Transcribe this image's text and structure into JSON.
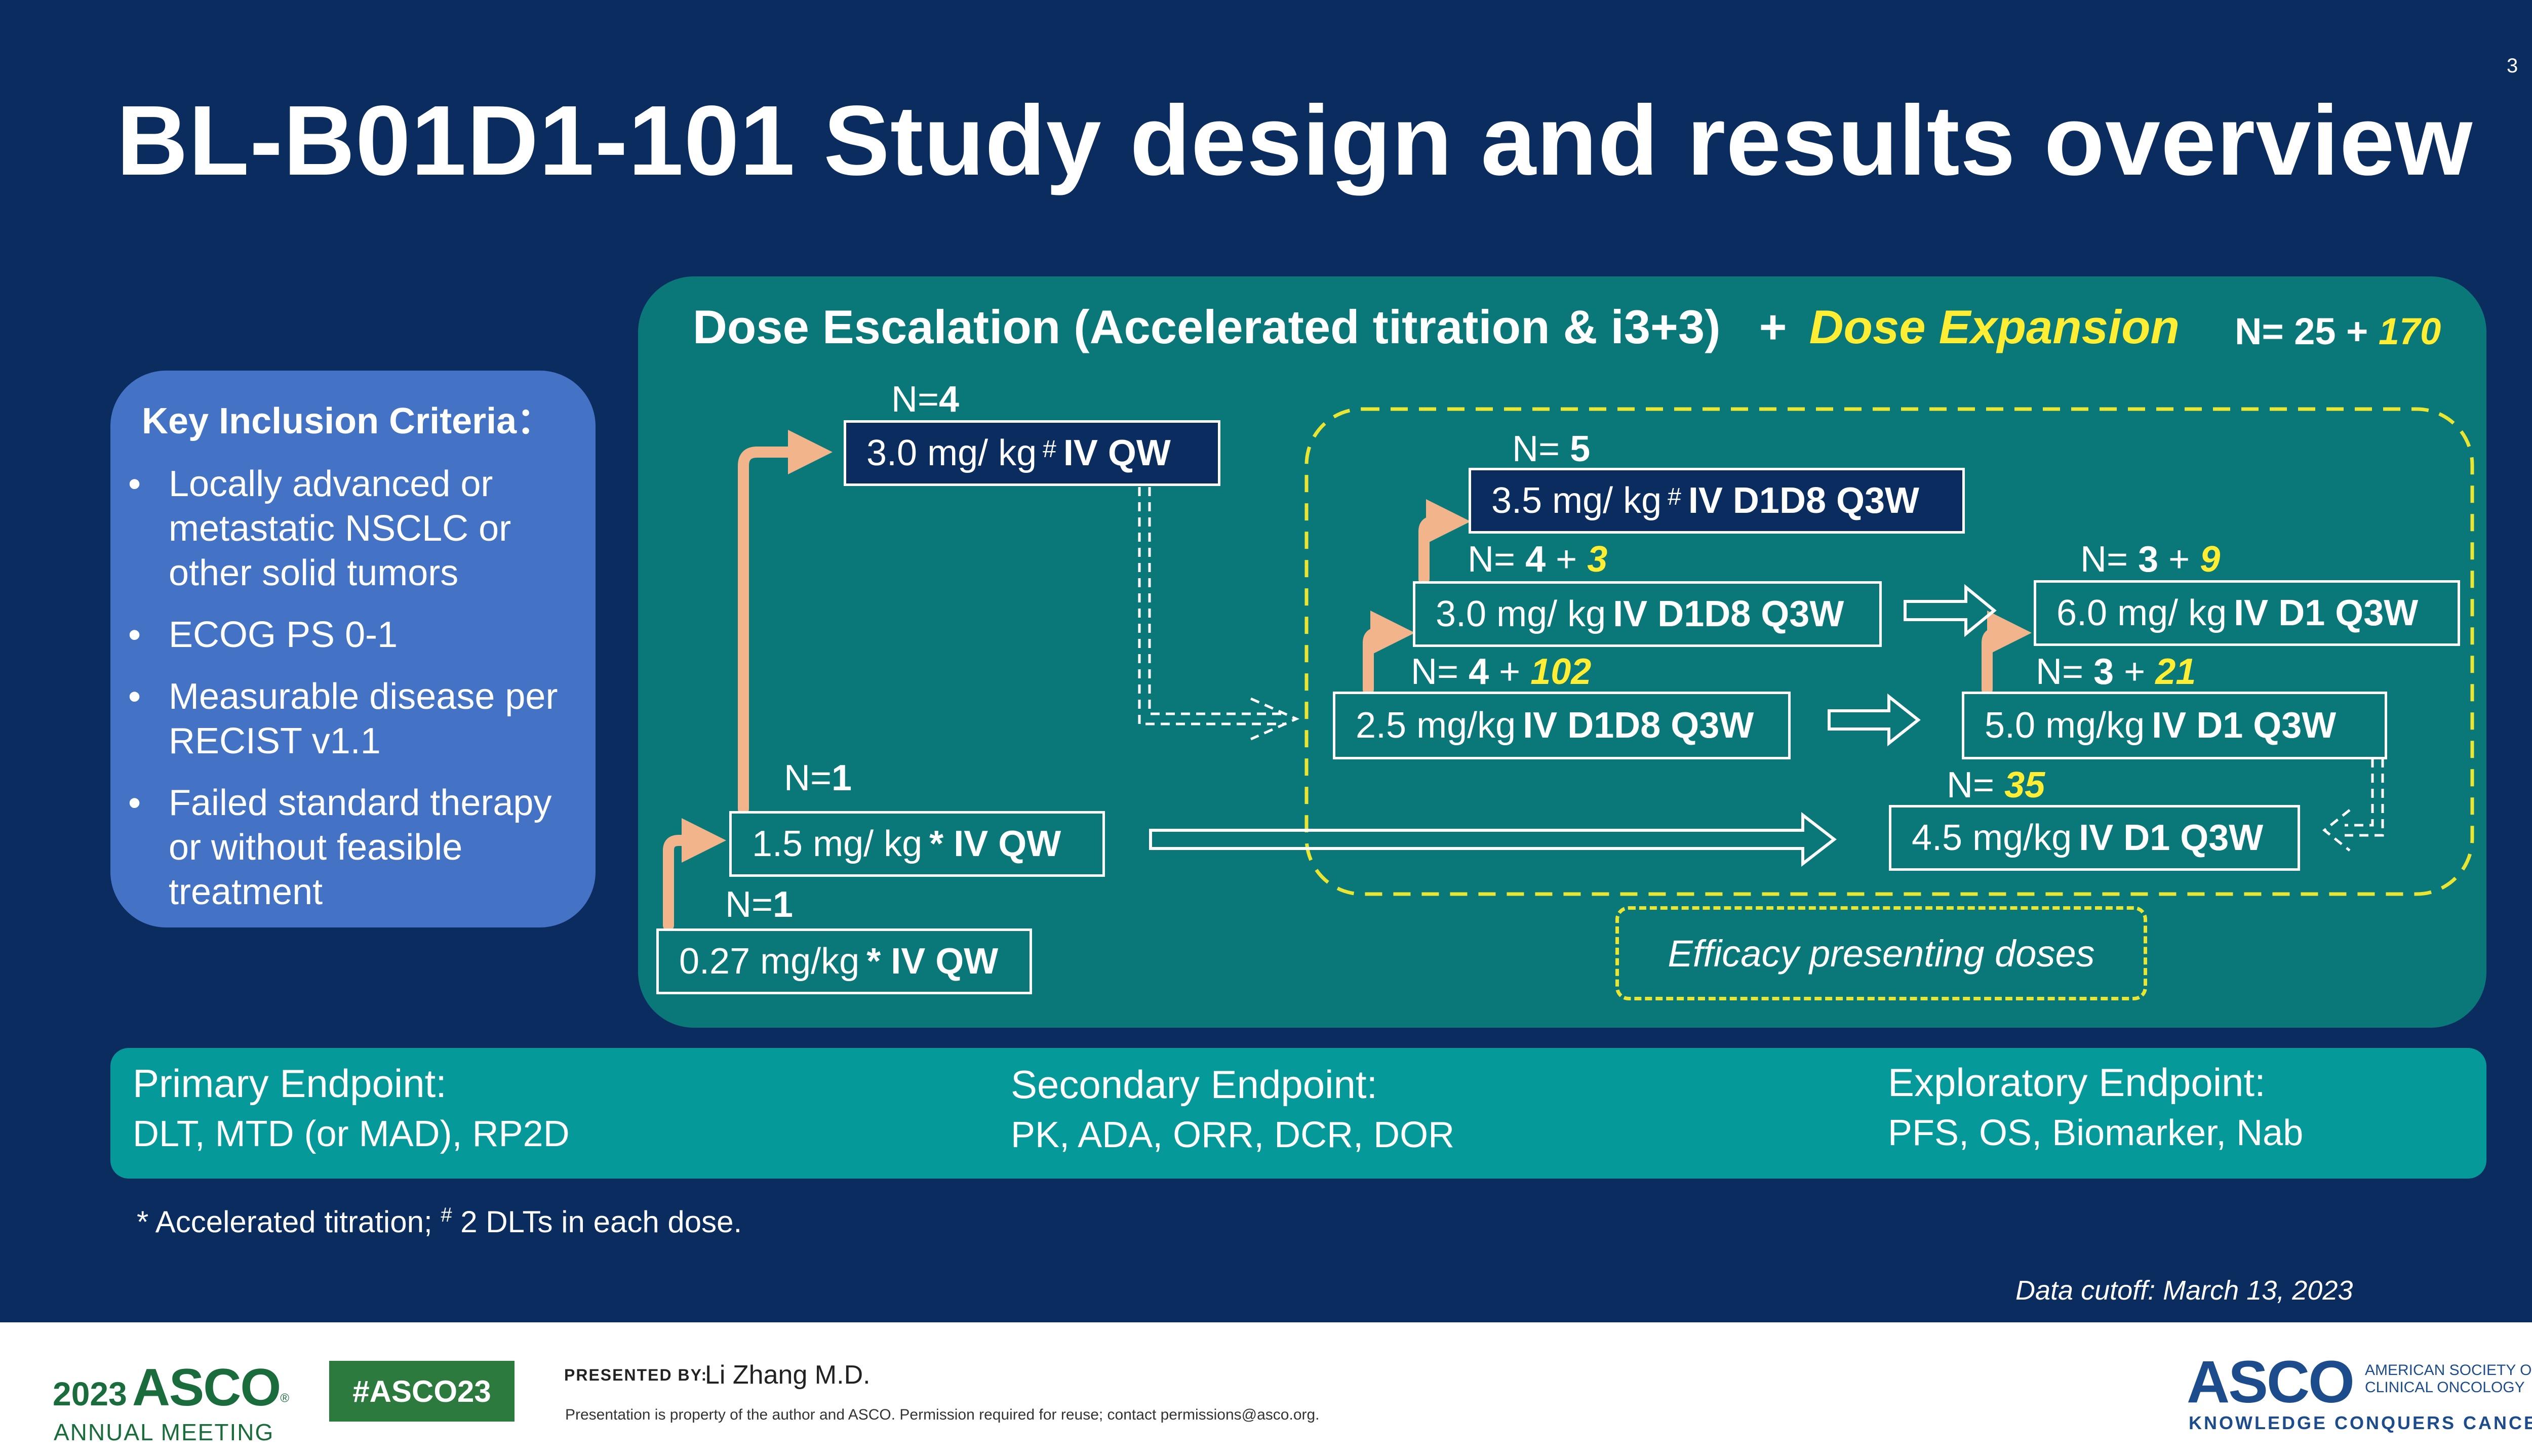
{
  "page_number": "3",
  "title": "BL-B01D1-101 Study design and results overview",
  "panel": {
    "heading": "Dose Escalation (Accelerated titration & i3+3)",
    "plus": "+",
    "expansion": "Dose Expansion",
    "n_total_prefix": "N= 25 +",
    "n_total_expansion": "170"
  },
  "inclusion": {
    "heading": "Key Inclusion Criteria：",
    "items": [
      "Locally advanced or metastatic NSCLC or other solid tumors",
      "ECOG PS 0-1",
      "Measurable disease per RECIST v1.1",
      "Failed standard therapy or without feasible treatment"
    ]
  },
  "doses": {
    "d027": {
      "amount": "0.27 mg/kg",
      "mark": "*",
      "regimen": "IV QW",
      "n_prefix": "N=",
      "n_base": "1"
    },
    "d15": {
      "amount": "1.5 mg/ kg",
      "mark": "*",
      "regimen": "IV QW",
      "n_prefix": "N=",
      "n_base": "1"
    },
    "d30qw": {
      "amount": "3.0 mg/ kg",
      "mark": "#",
      "regimen": "IV QW",
      "n_prefix": "N=",
      "n_base": "4"
    },
    "d35": {
      "amount": "3.5 mg/ kg",
      "mark": "#",
      "regimen": "IV D1D8 Q3W",
      "n_prefix": "N=",
      "n_base": "5"
    },
    "d30d1d8": {
      "amount": "3.0 mg/ kg",
      "regimen": "IV D1D8 Q3W",
      "n_prefix": "N=",
      "n_base": "4",
      "n_plus": "+",
      "n_exp": "3"
    },
    "d25": {
      "amount": "2.5 mg/kg",
      "regimen": "IV D1D8 Q3W",
      "n_prefix": "N=",
      "n_base": "4",
      "n_plus": "+",
      "n_exp": "102"
    },
    "d60": {
      "amount": "6.0 mg/ kg",
      "regimen": "IV D1 Q3W",
      "n_prefix": "N=",
      "n_base": "3",
      "n_plus": "+",
      "n_exp": "9"
    },
    "d50": {
      "amount": "5.0 mg/kg",
      "regimen": "IV D1 Q3W",
      "n_prefix": "N=",
      "n_base": "3",
      "n_plus": "+",
      "n_exp": "21"
    },
    "d45": {
      "amount": "4.5 mg/kg",
      "regimen": "IV D1 Q3W",
      "n_prefix": "N=",
      "n_exp": "35"
    }
  },
  "efficacy_label": "Efficacy presenting doses",
  "endpoints": {
    "primary": {
      "label": "Primary Endpoint:",
      "value": "DLT, MTD (or MAD), RP2D"
    },
    "secondary": {
      "label": "Secondary Endpoint:",
      "value": "PK, ADA, ORR, DCR, DOR"
    },
    "exploratory": {
      "label": "Exploratory Endpoint:",
      "value": "PFS, OS, Biomarker, Nab"
    }
  },
  "footnote": {
    "part1": "* Accelerated titration;",
    "mark": "#",
    "part2": "2 DLTs in each dose."
  },
  "data_cutoff": "Data cutoff: March 13, 2023",
  "footer": {
    "year": "2023",
    "org": "ASCO",
    "meeting": "ANNUAL MEETING",
    "hashtag": "#ASCO23",
    "presented_by": "PRESENTED BY:",
    "presenter": "Li Zhang M.D.",
    "disclaimer": "Presentation is property of the author and ASCO. Permission required for reuse; contact permissions@asco.org.",
    "logo_text": "ASCO",
    "society_line1": "AMERICAN SOCIETY OF",
    "society_line2": "CLINICAL ONCOLOGY",
    "tagline": "KNOWLEDGE CONQUERS CANCER"
  },
  "colors": {
    "background": "#0b2c5f",
    "panel": "#0a7778",
    "inclusion_box": "#4472c4",
    "endpoints_bar": "#06999a",
    "highlight_yellow": "#ffee33",
    "arrow_orange": "#f2b48a",
    "asco_green": "#1a6c3c",
    "asco_blue": "#1d4c8c"
  }
}
